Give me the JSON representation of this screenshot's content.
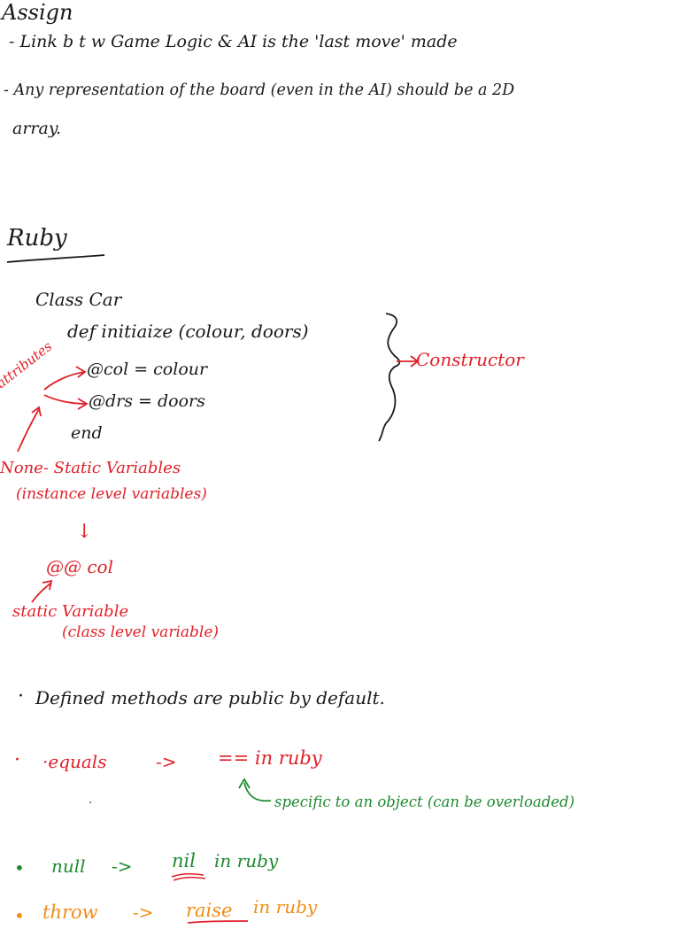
{
  "colors": {
    "ink": "#1a1a1a",
    "red": "#e0202a",
    "green": "#1e8a2e",
    "orange": "#f28c14"
  },
  "assign": {
    "heading": "Assign",
    "bullet1": "- Link b t w Game Logic & AI  is the  'last move' made",
    "bullet2_line1": "- Any representation of the board (even in the AI) should be a 2D",
    "bullet2_line2": "array."
  },
  "ruby": {
    "heading": "Ruby",
    "code": {
      "class_line": "Class Car",
      "def_line": "def initiaize (colour, doors)",
      "col_line": "@col = colour",
      "drs_line": "@drs = doors",
      "end_line": "end"
    },
    "annotations": {
      "constructor": "Constructor",
      "attributes": "attributes",
      "non_static_line1": "None- Static Variables",
      "non_static_line2": "(instance level variables)",
      "down_arrow": "↓",
      "static_var": "@@ col",
      "static_label_line1": "static Variable",
      "static_label_line2": "(class level variable)"
    },
    "notes": {
      "public_bullet": "·",
      "public_text": "Defined methods are public by default.",
      "equals_bullet": "·",
      "equals_text": "·equals",
      "equals_arrow": "->",
      "equals_ruby": "==  in ruby",
      "equals_note": "specific to an object (can be overloaded)",
      "null_bullet": "•",
      "null_text": "null",
      "null_arrow": "->",
      "null_nil": "nil",
      "null_ruby": "in ruby",
      "throw_bullet": "•",
      "throw_text": "throw",
      "throw_arrow": "->",
      "throw_raise": "raise",
      "throw_ruby": "in ruby"
    }
  }
}
